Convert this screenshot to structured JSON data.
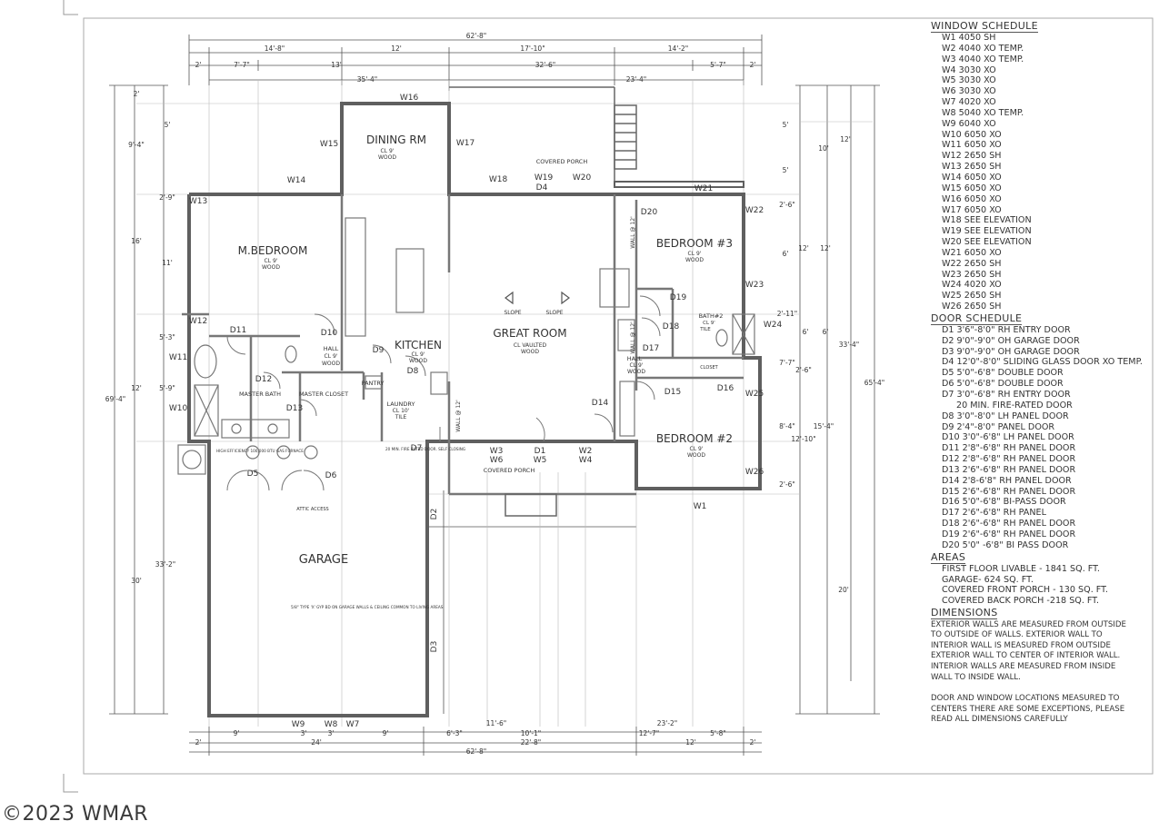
{
  "overall_dims": {
    "top_total": "62'-8\"",
    "bottom_total": "62'-8\"",
    "left_total": "69'-4\"",
    "right_total": "65'-4\""
  },
  "top_dims": {
    "row1": [
      "14'-8\"",
      "12'",
      "17'-10\"",
      "14'-2\""
    ],
    "row2": [
      "2'",
      "7'-7\"",
      "13'",
      "32'-6\"",
      "5'-7\"",
      "2'"
    ],
    "row3": [
      "35'-4\"",
      "23'-4\""
    ]
  },
  "bottom_dims": {
    "row1": [
      "9'",
      "3'",
      "3'",
      "9'",
      "6'-3\"",
      "11'-6\"",
      "10'-1\"",
      "12'-7\"",
      "23'-2\"",
      "5'-8\""
    ],
    "row2": [
      "2'",
      "24'",
      "22'-8\"",
      "12'",
      "2'"
    ]
  },
  "left_dims": [
    "2'",
    "9'-4\"",
    "5'",
    "2'-9\"",
    "16'",
    "11'",
    "5'-3\"",
    "12'",
    "5'-9\"",
    "33'-2\"",
    "30'"
  ],
  "right_dims": [
    "5'",
    "10'",
    "12'",
    "5'",
    "2'-6\"",
    "12'",
    "6'",
    "12'",
    "2'-11\"",
    "6'",
    "6'",
    "7'-7\"",
    "2'-6\"",
    "8'-4\"",
    "15'-4\"",
    "12'-10\"",
    "2'-6\"",
    "20'",
    "33'-4\""
  ],
  "rooms": {
    "dining": {
      "name": "DINING RM",
      "ceiling": "CL 9'",
      "floor": "WOOD"
    },
    "master_bedroom": {
      "name": "M.BEDROOM",
      "ceiling": "CL 9'",
      "floor": "WOOD"
    },
    "kitchen": {
      "name": "KITCHEN",
      "ceiling": "CL 9'",
      "floor": "WOOD"
    },
    "great_room": {
      "name": "GREAT ROOM",
      "ceiling": "CL VAULTED",
      "floor": "WOOD"
    },
    "bedroom3": {
      "name": "BEDROOM #3",
      "ceiling": "CL 9'",
      "floor": "WOOD"
    },
    "bedroom2": {
      "name": "BEDROOM #2",
      "ceiling": "CL 9'",
      "floor": "WOOD"
    },
    "bath2": {
      "name": "BATH#2",
      "ceiling": "CL 9'",
      "floor": "TILE"
    },
    "hall1": {
      "name": "HALL",
      "ceiling": "CL 9'",
      "floor": "WOOD"
    },
    "hall2": {
      "name": "HALL",
      "ceiling": "CL 9'",
      "floor": "WOOD"
    },
    "master_bath": {
      "name": "MASTER BATH"
    },
    "master_closet": {
      "name": "MASTER CLOSET"
    },
    "pantry": {
      "name": "PANTRY"
    },
    "laundry": {
      "name": "LAUNDRY",
      "ceiling": "CL 10'",
      "floor": "TILE"
    },
    "garage": {
      "name": "GARAGE"
    },
    "covered_porch_back": {
      "name": "COVERED PORCH"
    },
    "covered_porch_front": {
      "name": "COVERED PORCH"
    }
  },
  "notes": {
    "slope1": "SLOPE",
    "slope2": "SLOPE",
    "closet": "CLOSET",
    "attic": "ATTIC ACCESS",
    "furnace": "HIGH EFFICIENCY 100,000 BTU GAS FURNACE",
    "fire_door": "20 MIN. FIRE RATED DOOR. SELF CLOSING",
    "garage_note": "5/8\" TYPE 'X' GYP BD ON GARAGE WALLS & CEILING COMMON TO LIVING AREAS",
    "wall_a": "WALL @ 12'",
    "wall_b": "WALL @ 12'",
    "wall_c": "WALL @ 12'"
  },
  "window_tags": [
    "W1",
    "W2",
    "W3",
    "W4",
    "W5",
    "W6",
    "W7",
    "W8",
    "W9",
    "W10",
    "W11",
    "W12",
    "W13",
    "W14",
    "W15",
    "W16",
    "W17",
    "W18",
    "W19",
    "W20",
    "W21",
    "W22",
    "W23",
    "W24",
    "W25",
    "W26"
  ],
  "door_tags": [
    "D1",
    "D2",
    "D3",
    "D4",
    "D5",
    "D6",
    "D7",
    "D8",
    "D9",
    "D10",
    "D11",
    "D12",
    "D13",
    "D14",
    "D15",
    "D16",
    "D17",
    "D18",
    "D19",
    "D20"
  ],
  "window_schedule": {
    "title": "WINDOW SCHEDULE",
    "items": [
      "W1 4050 SH",
      "W2 4040 XO TEMP.",
      "W3 4040 XO TEMP.",
      "W4 3030 XO",
      "W5 3030 XO",
      "W6 3030 XO",
      "W7 4020 XO",
      "W8 5040 XO TEMP.",
      "W9 6040 XO",
      "W10 6050 XO",
      "W11 6050 XO",
      "W12 2650 SH",
      "W13 2650 SH",
      "W14 6050 XO",
      "W15 6050 XO",
      "W16 6050 XO",
      "W17 6050 XO",
      "W18 SEE ELEVATION",
      "W19 SEE ELEVATION",
      "W20 SEE ELEVATION",
      "W21 6050 XO",
      "W22 2650 SH",
      "W23 2650 SH",
      "W24 4020 XO",
      "W25 2650 SH",
      "W26 2650 SH"
    ]
  },
  "door_schedule": {
    "title": "DOOR SCHEDULE",
    "items": [
      "D1 3'6\"-8'0\" RH ENTRY DOOR",
      "D2 9'0\"-9'0\" OH GARAGE DOOR",
      "D3 9'0\"-9'0\" OH GARAGE DOOR",
      "D4 12'0\"-8'0\" SLIDING GLASS DOOR XO TEMP.",
      "D5 5'0\"-6'8\" DOUBLE DOOR",
      "D6 5'0\"-6'8\" DOUBLE DOOR",
      "D7 3'0\"-6'8\" RH ENTRY DOOR",
      "",
      "D8 3'0\"-8'0\" LH PANEL DOOR",
      "D9 2'4\"-8'0\" PANEL DOOR",
      "D10 3'0\"-6'8\" LH PANEL DOOR",
      "D11 2'8\"-6'8\" RH PANEL DOOR",
      "D12 2'8\"-6'8\" RH PANEL DOOR",
      "D13 2'6\"-6'8\" RH PANEL DOOR",
      "D14 2'8-6'8\" RH PANEL DOOR",
      "D15 2'6\"-6'8\" RH PANEL DOOR",
      "D16 5'0\"-6'8\" BI-PASS DOOR",
      "D17 2'6\"-6'8\" RH PANEL",
      "D18 2'6\"-6'8\" RH PANEL DOOR",
      "D19 2'6\"-6'8\" RH PANEL DOOR",
      "D20 5'0\" -6'8\" BI PASS DOOR"
    ],
    "d7_note": "20 MIN. FIRE-RATED DOOR"
  },
  "areas": {
    "title": "AREAS",
    "items": [
      "FIRST FLOOR LIVABLE - 1841 SQ. FT.",
      "GARAGE- 624 SQ. FT.",
      "COVERED FRONT PORCH - 130 SQ. FT.",
      "COVERED BACK PORCH -218 SQ. FT."
    ]
  },
  "dimensions_note": {
    "title": "DIMENSIONS",
    "lines": [
      "EXTERIOR WALLS ARE MEASURED FROM OUTSIDE",
      "TO OUTSIDE OF WALLS. EXTERIOR WALL TO",
      "INTERIOR WALL IS MEASURED FROM OUTSIDE",
      "EXTERIOR WALL TO CENTER OF INTERIOR WALL.",
      "INTERIOR WALLS ARE MEASURED FROM INSIDE",
      "WALL TO INSIDE WALL."
    ],
    "lines2": [
      "DOOR AND WINDOW LOCATIONS MEASURED TO",
      "CENTERS THERE ARE SOME EXCEPTIONS, PLEASE",
      "READ ALL DIMENSIONS CAREFULLY"
    ]
  },
  "watermark": "©2023 WMAR"
}
